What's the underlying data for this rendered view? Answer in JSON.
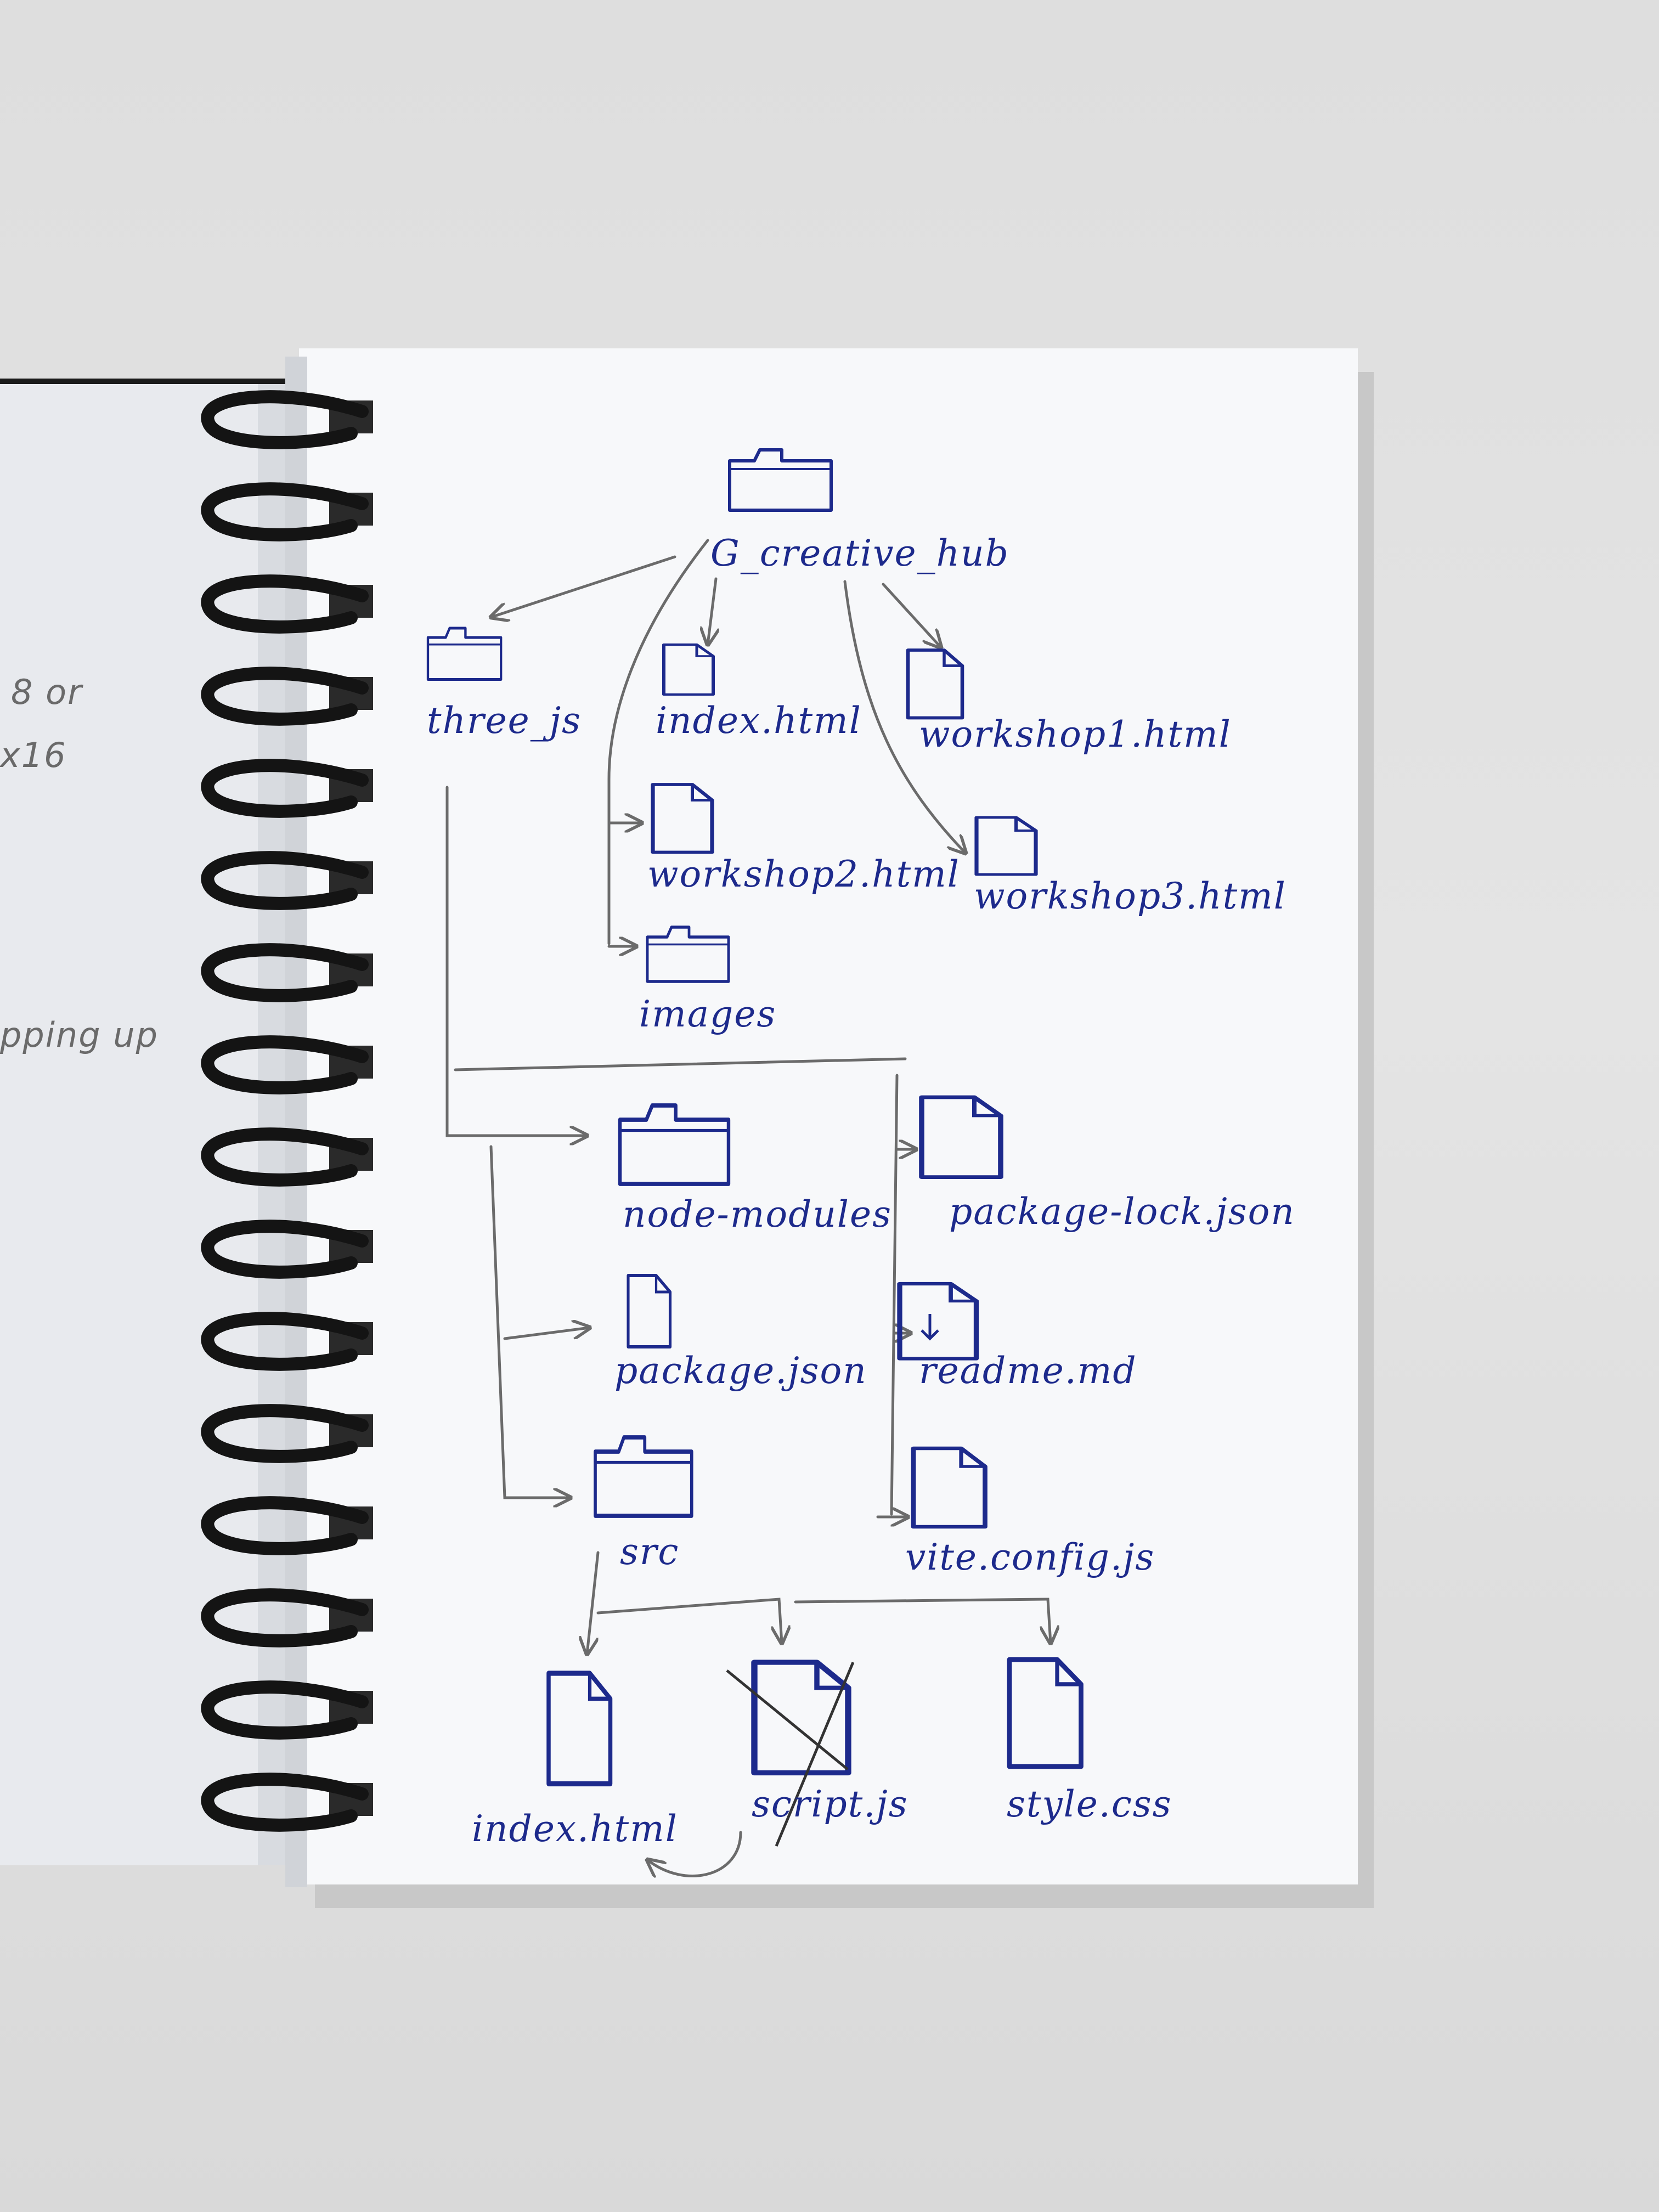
{
  "left_page_notes": [
    "8  or",
    "x16",
    "pping up"
  ],
  "tree": {
    "root": "G_creative_hub",
    "root_children": {
      "three_js": "three_js",
      "index": "index.html",
      "workshop1": "workshop1.html",
      "workshop2": "workshop2.html",
      "workshop3": "workshop3.html",
      "images": "images"
    },
    "three_js_children": {
      "node_modules": "node-modules",
      "package_lock": "package-lock.json",
      "package": "package.json",
      "readme": "readme.md",
      "src": "src",
      "vite_config": "vite.config.js"
    },
    "src_children": {
      "index": "index.html",
      "script": "script.js",
      "style": "style.css"
    }
  },
  "notes": {
    "script_js_crossed_out": true,
    "ink_color": "#1d2a8c",
    "arrow_color": "#6b6b6b"
  }
}
